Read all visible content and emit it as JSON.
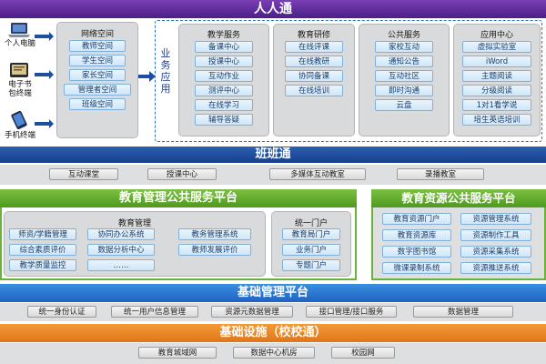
{
  "header": {
    "title": "人人通"
  },
  "devices": [
    {
      "label": "个人电脑",
      "icon": "laptop-icon"
    },
    {
      "label": "电子书\n包终端",
      "icon": "ebook-icon"
    },
    {
      "label": "手机终端",
      "icon": "phone-icon"
    }
  ],
  "network_space": {
    "title": "网络空间",
    "items": [
      "教师空间",
      "学生空间",
      "家长空间",
      "管理者空间",
      "班级空间"
    ]
  },
  "business_apps_label": "业务应用",
  "app_groups": [
    {
      "title": "教学服务",
      "items": [
        "备课中心",
        "授课中心",
        "互动作业",
        "测评中心",
        "在线学习",
        "辅导答疑"
      ]
    },
    {
      "title": "教育研修",
      "items": [
        "在线评课",
        "在线教研",
        "协同备课",
        "在线培训"
      ]
    },
    {
      "title": "公共服务",
      "items": [
        "家校互动",
        "通知公告",
        "互动社区",
        "即时沟通",
        "云盘"
      ]
    },
    {
      "title": "应用中心",
      "items": [
        "虚拟实验室",
        "iWord",
        "主题阅读",
        "分级阅读",
        "1对1看学说",
        "培生英语培训"
      ]
    }
  ],
  "banbantong": {
    "title": "班班通",
    "items": [
      "互动课堂",
      "授课中心",
      "多媒体互动教室",
      "录播教室"
    ]
  },
  "edu_mgmt": {
    "title": "教育管理公共服务平台",
    "sub_title": "教育管理",
    "items": [
      "师资/学籍管理",
      "协同办公系统",
      "教务管理系统",
      "综合素质评价",
      "数据分析中心",
      "教师发展评价",
      "教学质量监控",
      "……"
    ],
    "portal": {
      "title": "统一门户",
      "items": [
        "教育局门户",
        "业务门户",
        "专题门户"
      ]
    }
  },
  "edu_resource": {
    "title": "教育资源公共服务平台",
    "items": [
      "教育资源门户",
      "资源管理系统",
      "教育资源库",
      "资源制作工具",
      "数字图书馆",
      "资源采集系统",
      "微课录制系统",
      "资源推送系统"
    ]
  },
  "base_mgmt": {
    "title": "基础管理平台",
    "items": [
      "统一身份认证",
      "统一用户信息管理",
      "资源元数据管理",
      "接口管理/接口服务",
      "数据管理"
    ]
  },
  "infra": {
    "title": "基础设施（校校通）",
    "items": [
      "教育城域网",
      "数据中心机房",
      "校园网"
    ]
  },
  "colors": {
    "top": "#5a2a9a",
    "blue": "#1f4e9e",
    "green": "#62ad2f",
    "light_blue": "#2a78d3",
    "orange": "#eb8a2a"
  }
}
